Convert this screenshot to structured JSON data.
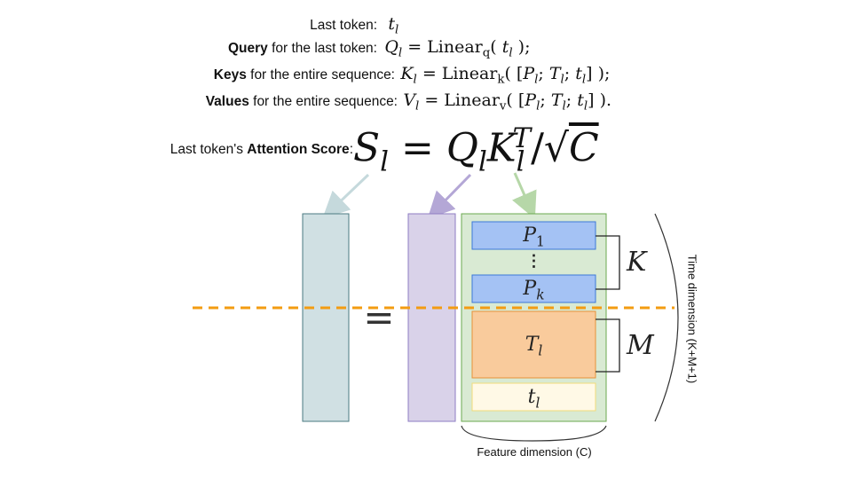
{
  "equations": {
    "last_token": {
      "label": "Last token:",
      "expr": "t_l"
    },
    "query": {
      "label_bold": "Query",
      "label_rest": " for the last token:",
      "expr": "Q_l = Linear_q( t_l );"
    },
    "keys": {
      "label_bold": "Keys",
      "label_rest": " for the entire sequence:",
      "expr": "K_l = Linear_k( [P_l; T_l; t_l] );"
    },
    "values": {
      "label_bold": "Values",
      "label_rest": " for the entire sequence:",
      "expr": "V_l = Linear_v( [P_l; T_l; t_l] )."
    },
    "score": {
      "label_pre": "Last token's ",
      "label_bold": "Attention Score",
      "label_post": ":",
      "expr": "S_l = Q_l K_l^T / sqrt(C)"
    }
  },
  "diagram": {
    "equals": "=",
    "blocks": {
      "p1": "P_1",
      "dots": "⋮",
      "pk": "P_k",
      "tl_upper": "T_l",
      "tl_lower": "t_l"
    },
    "brace_labels": {
      "k": "K",
      "m": "M"
    },
    "feature_label": "Feature dimension (C)",
    "time_label": "Time dimension (K+M+1)"
  },
  "colors": {
    "score_fill": "#d0e0e3",
    "score_stroke": "#4a7a80",
    "query_fill": "#d9d2e9",
    "query_stroke": "#8e7cc3",
    "key_fill": "#d9ead3",
    "key_stroke": "#6aa84f",
    "p_fill": "#a4c2f4",
    "p_stroke": "#3c78d8",
    "t_fill": "#f9cb9c",
    "t_stroke": "#e69138",
    "tl_fill": "#fff9e6",
    "tl_stroke": "#f1dc7a",
    "dashed_line": "#f39c12"
  }
}
